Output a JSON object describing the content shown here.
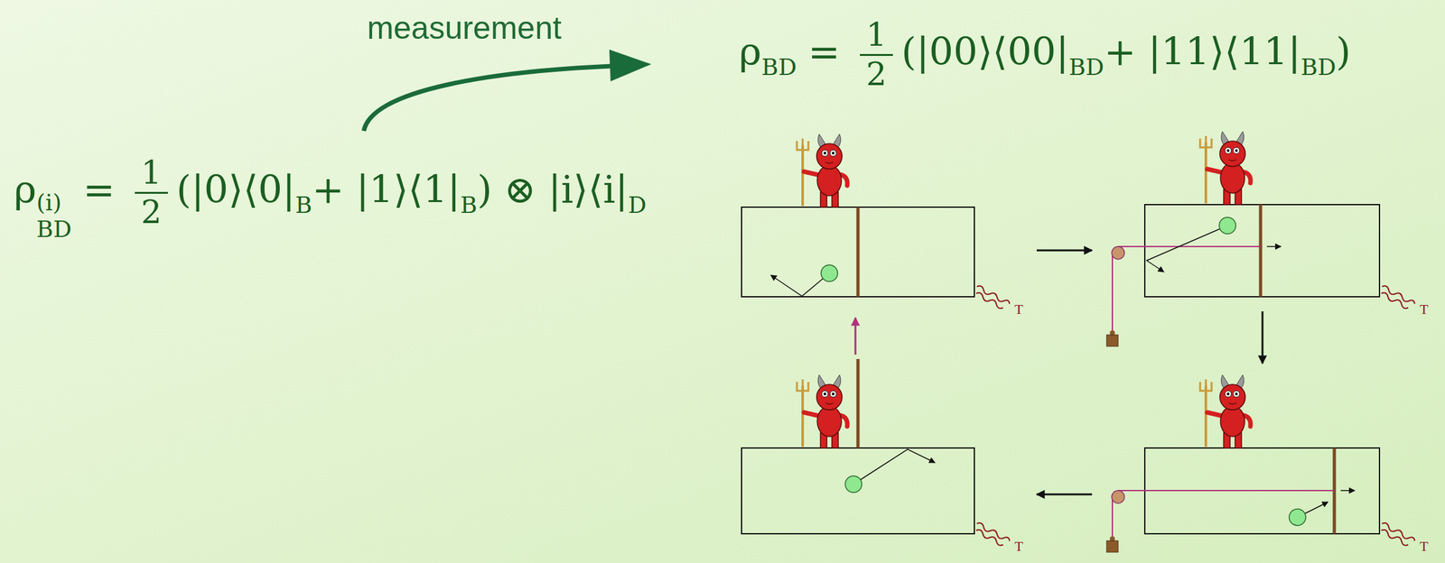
{
  "diagram": {
    "labels": [
      "measurement",
      "ρ",
      "BD",
      "=",
      "1",
      "2",
      "(|00⟩⟨00|",
      "BD",
      "+ |11⟩⟨11|",
      "BD",
      ")",
      "ρ",
      "(i)",
      "BD",
      "=",
      "1",
      "2",
      "(|0⟩⟨0|",
      "B",
      "+ |1⟩⟨1|",
      "B",
      ") ⊗ |i⟩⟨i|",
      "D",
      "T",
      "T",
      "T",
      "T"
    ]
  }
}
